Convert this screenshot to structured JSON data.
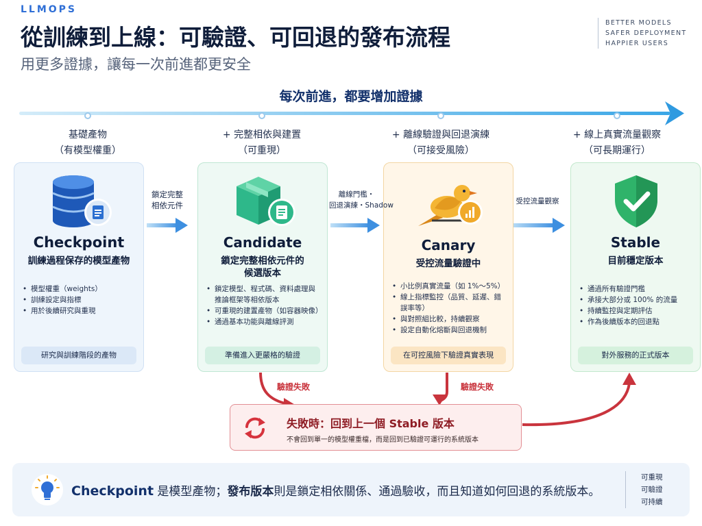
{
  "header": {
    "brand": "LLMOPS",
    "title": "從訓練到上線：可驗證、可回退的發布流程",
    "subtitle": "用更多證據，讓每一次前進都更安全",
    "tagline": [
      "BETTER MODELS",
      "SAFER DEPLOYMENT",
      "HAPPIER USERS"
    ]
  },
  "timeline": {
    "banner": "每次前進，都要增加證據"
  },
  "stages": [
    {
      "head1": "基礎產物",
      "head2": "（有模型權重）",
      "name": "Checkpoint",
      "desc": "訓練過程保存的模型產物",
      "bullets": [
        "模型權重（weights）",
        "訓練設定與指標",
        "用於後續研究與重現"
      ],
      "foot": "研究與訓練階段的產物"
    },
    {
      "head1": "+ 完整相依與建置",
      "head2": "（可重現）",
      "name": "Candidate",
      "desc": "鎖定完整相依元件的\n候選版本",
      "bullets": [
        "鎖定模型、程式碼、資料處理與推論框架等相依版本",
        "可重現的建置產物（如容器映像）",
        "通過基本功能與離線評測"
      ],
      "foot": "準備進入更嚴格的驗證"
    },
    {
      "head1": "+ 離線驗證與回退演練",
      "head2": "（可接受風險）",
      "name": "Canary",
      "desc": "受控流量驗證中",
      "bullets": [
        "小比例真實流量（如 1%～5%）",
        "線上指標監控（品質、延遲、錯誤率等）",
        "與對照組比較，持續觀察",
        "設定自動化熔斷與回退機制"
      ],
      "foot": "在可控風險下驗證真實表現"
    },
    {
      "head1": "+ 線上真實流量觀察",
      "head2": "（可長期運行）",
      "name": "Stable",
      "desc": "目前穩定版本",
      "bullets": [
        "通過所有驗證門檻",
        "承接大部分或 100% 的流量",
        "持續監控與定期評估",
        "作為後續版本的回退點"
      ],
      "foot": "對外服務的正式版本"
    }
  ],
  "connectors": [
    {
      "line1": "鎖定完整",
      "line2": "相依元件"
    },
    {
      "line1": "離線門檻・",
      "line2": "回退演練・Shadow"
    },
    {
      "line1": "受控流量觀察",
      "line2": ""
    }
  ],
  "failure": {
    "label_left": "驗證失敗",
    "label_right": "驗證失敗",
    "title": "失敗時：回到上一個 Stable 版本",
    "subtitle": "不會回到單一的模型權重檔，而是回到已驗證可運行的系統版本"
  },
  "footer": {
    "checkpoint": "Checkpoint",
    "part1": " 是模型產物；",
    "bold": "發布版本",
    "part2": "則是鎖定相依關係、通過驗收，而且知道如何回退的系統版本。",
    "props": [
      "可重現",
      "可驗證",
      "可持續"
    ]
  },
  "colors": {
    "primary": "#2f6fd6",
    "timeline": "#46b3e8",
    "fail": "#c9343d",
    "candidate": "#2eb88a",
    "canary": "#f0a92a",
    "stable": "#2fb36a"
  }
}
